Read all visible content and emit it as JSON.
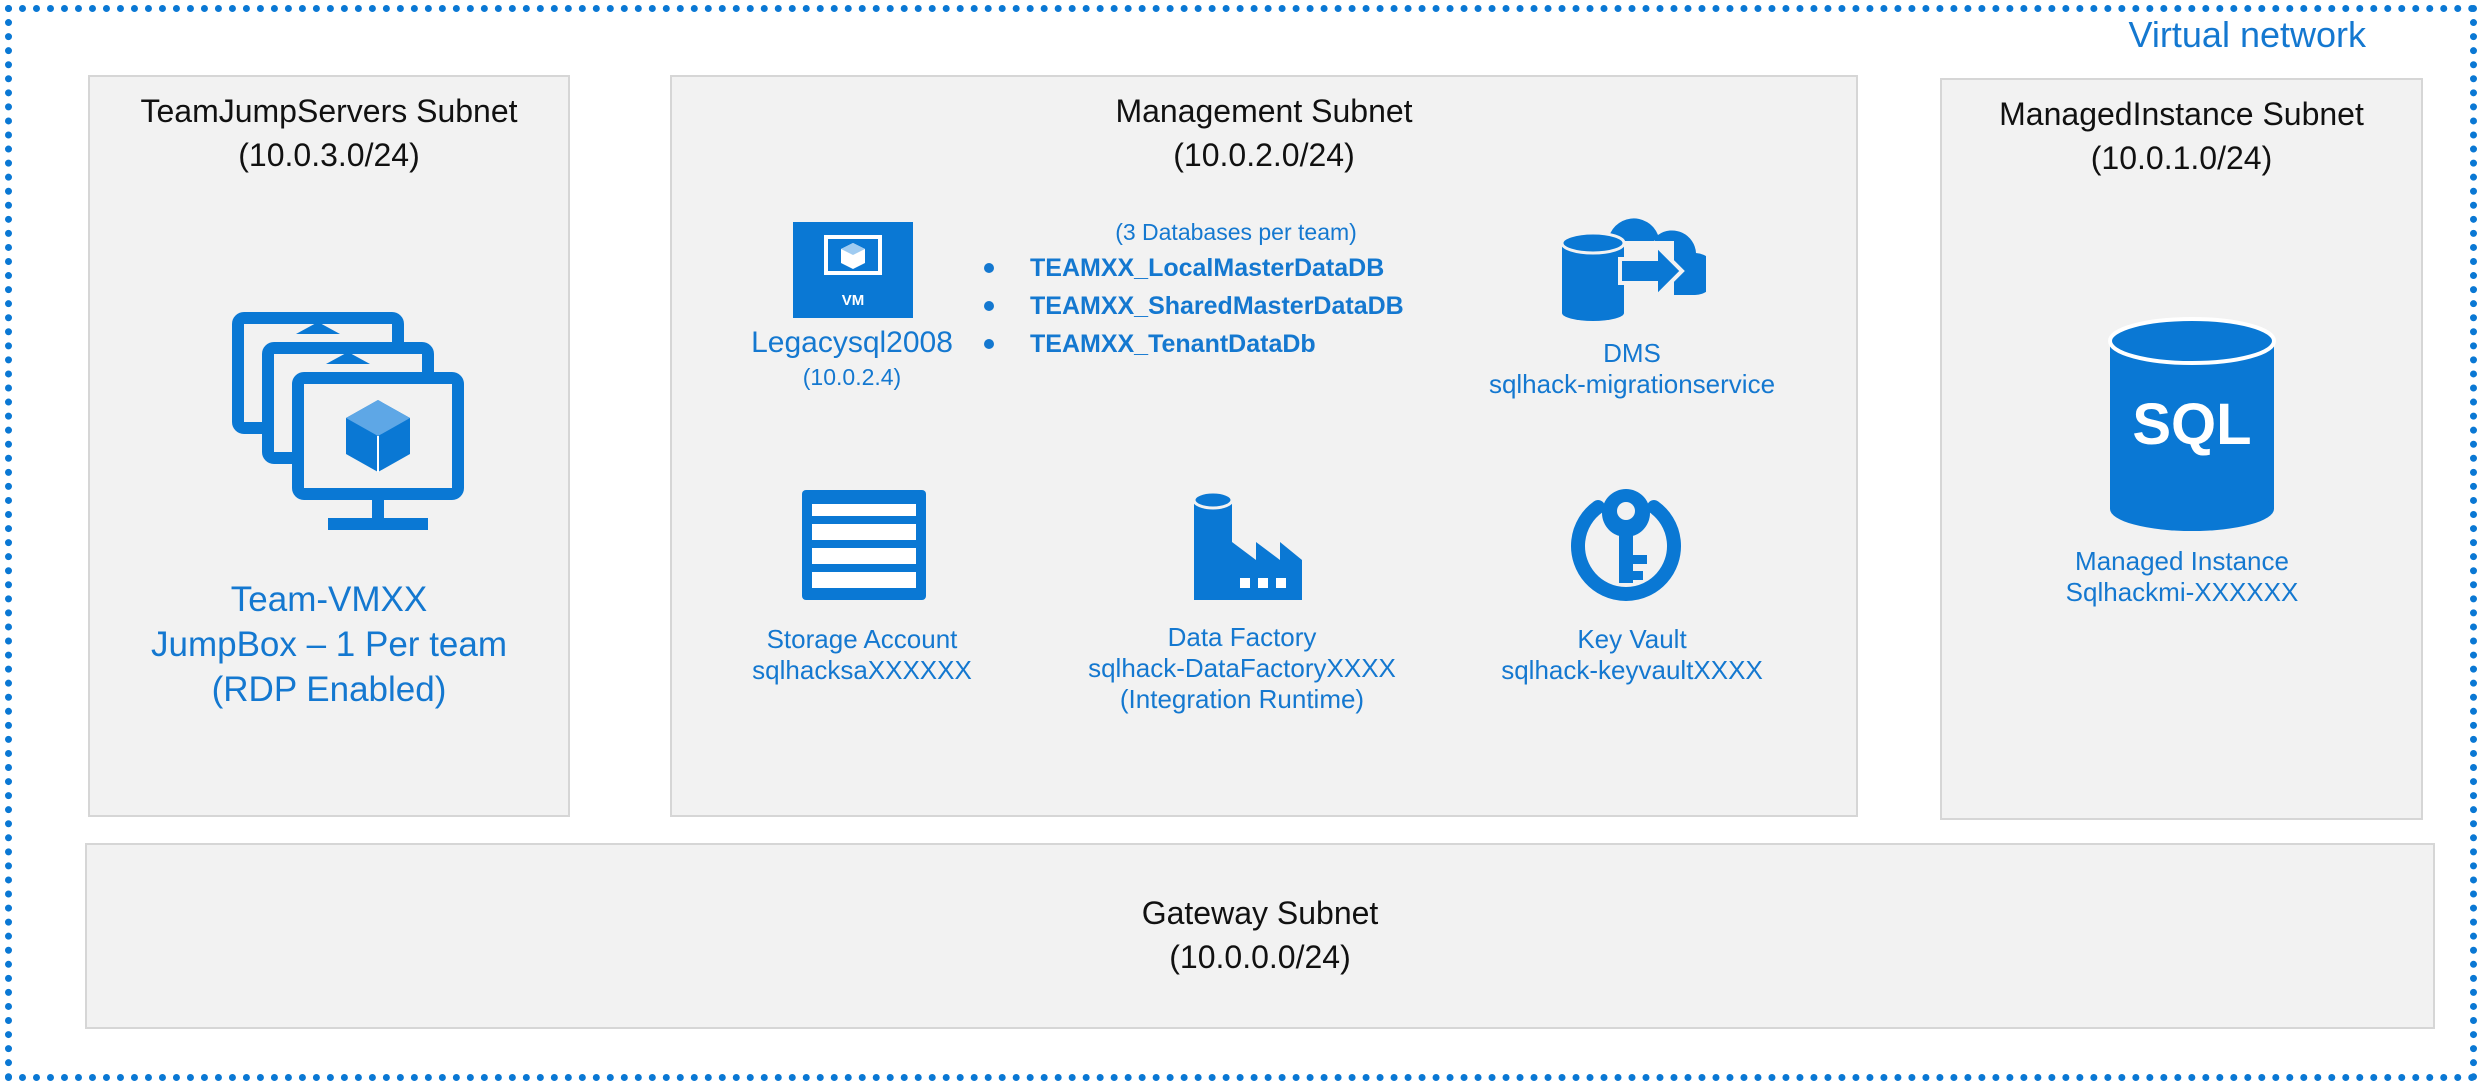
{
  "vnet": {
    "label": "Virtual network"
  },
  "subnets": {
    "jump": {
      "name": "TeamJumpServers Subnet",
      "cidr": "(10.0.3.0/24)"
    },
    "management": {
      "name": "Management Subnet",
      "cidr": "(10.0.2.0/24)"
    },
    "managed_instance": {
      "name": "ManagedInstance Subnet",
      "cidr": "(10.0.1.0/24)"
    },
    "gateway": {
      "name": "Gateway Subnet",
      "cidr": "(10.0.0.0/24)"
    }
  },
  "jumpbox": {
    "line1": "Team-VMXX",
    "line2": "JumpBox – 1 Per team",
    "line3": "(RDP Enabled)"
  },
  "legacy_vm": {
    "badge": "VM",
    "name": "Legacysql2008",
    "ip": "(10.0.2.4)",
    "db_note": "(3 Databases per team)",
    "databases": [
      "TEAMXX_LocalMasterDataDB",
      "TEAMXX_SharedMasterDataDB",
      "TEAMXX_TenantDataDb"
    ]
  },
  "dms": {
    "line1": "DMS",
    "line2": "sqlhack-migrationservice"
  },
  "storage": {
    "line1": "Storage Account",
    "line2": "sqlhacksaXXXXXX"
  },
  "data_factory": {
    "line1": "Data Factory",
    "line2": "sqlhack-DataFactoryXXXX",
    "line3": "(Integration Runtime)"
  },
  "key_vault": {
    "line1": "Key Vault",
    "line2": "sqlhack-keyvaultXXXX"
  },
  "managed_instance": {
    "icon_text": "SQL",
    "line1": "Managed Instance",
    "line2": "Sqlhackmi-XXXXXX"
  },
  "colors": {
    "accent": "#1478d0",
    "icon": "#0a78d4",
    "subnet_bg": "#f2f2f2",
    "subnet_border": "#d6d6d6"
  }
}
